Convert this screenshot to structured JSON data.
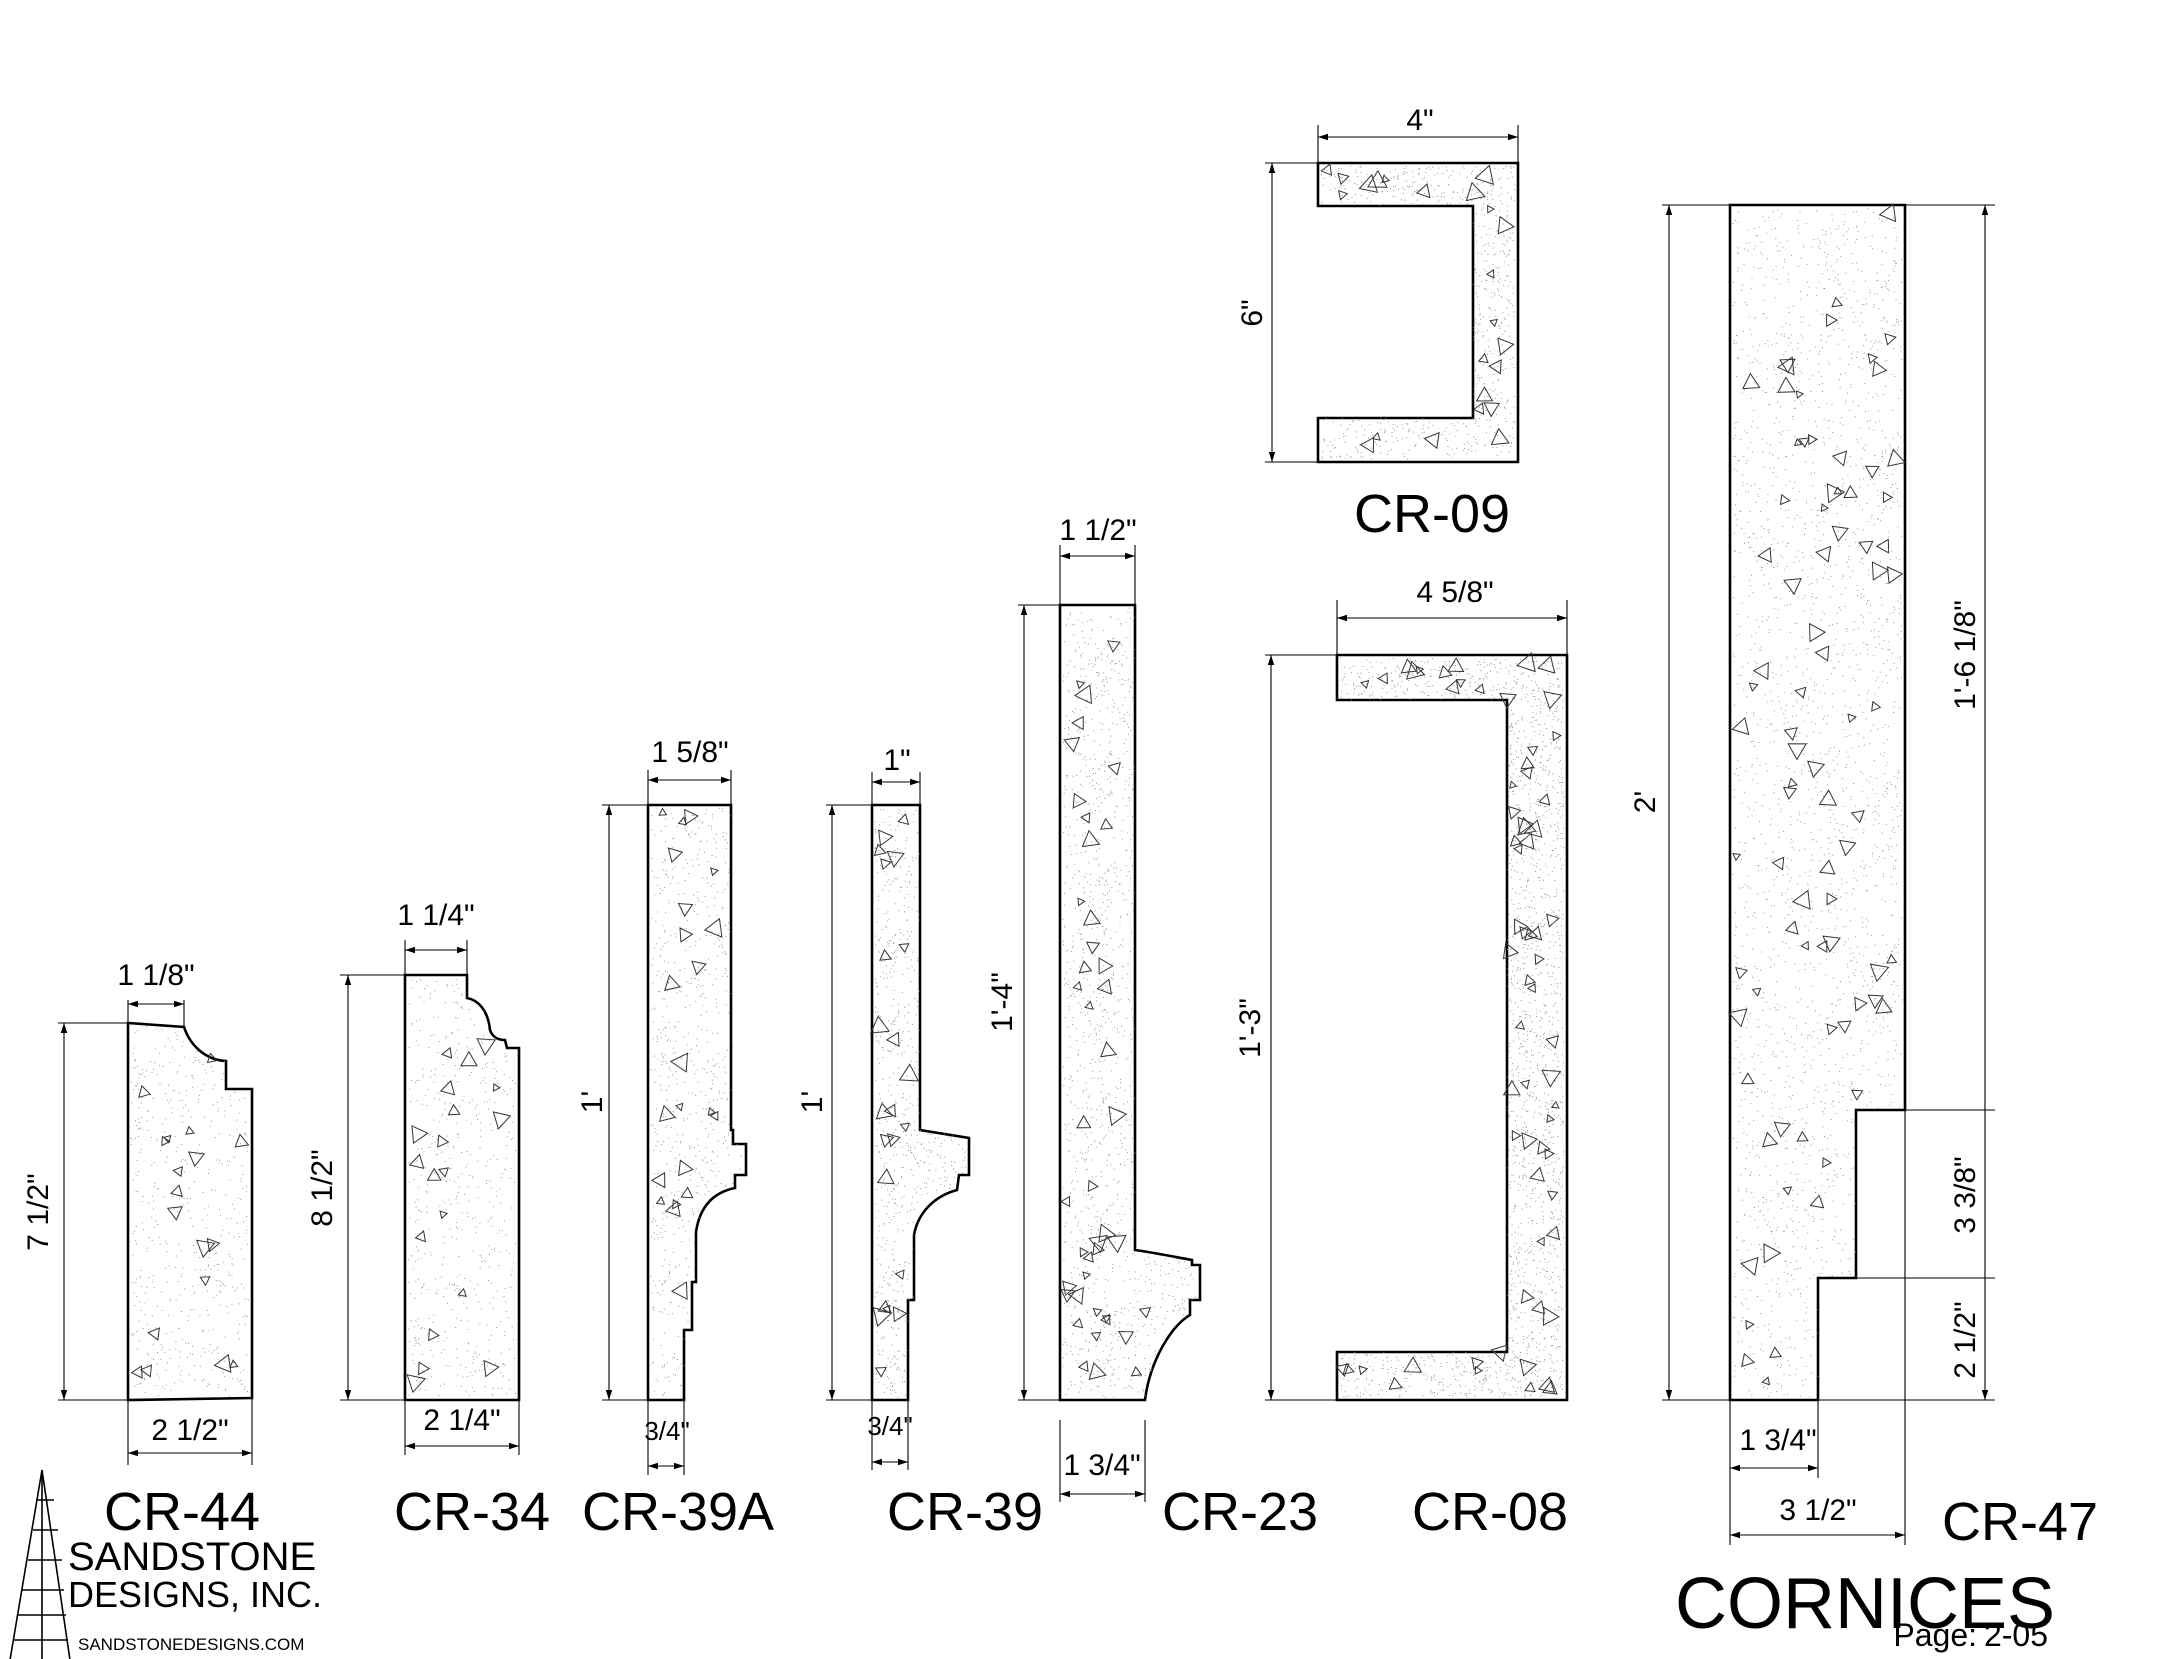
{
  "sheet": {
    "title": "CORNICES",
    "page_label": "Page:",
    "page_number": "2-05"
  },
  "company": {
    "name_line1": "SANDSTONE",
    "name_line2": "DESIGNS, INC.",
    "website": "SANDSTONEDESIGNS.COM"
  },
  "profiles": [
    {
      "id": "CR-44",
      "label": "CR-44",
      "top_width": "1 1/8\"",
      "height": "7 1/2\"",
      "bottom_width": "2 1/2\""
    },
    {
      "id": "CR-34",
      "label": "CR-34",
      "top_width": "1 1/4\"",
      "height": "8 1/2\"",
      "bottom_width": "2 1/4\""
    },
    {
      "id": "CR-39A",
      "label": "CR-39A",
      "top_width": "1 5/8\"",
      "height": "1'",
      "bottom_width": "3/4\""
    },
    {
      "id": "CR-39",
      "label": "CR-39",
      "top_width": "1\"",
      "height": "1'",
      "bottom_width": "3/4\""
    },
    {
      "id": "CR-23",
      "label": "CR-23",
      "top_width": "1 1/2\"",
      "height": "1'-4\"",
      "bottom_width": "1 3/4\""
    },
    {
      "id": "CR-09",
      "label": "CR-09",
      "top_width": "4\"",
      "height": "6\""
    },
    {
      "id": "CR-08",
      "label": "CR-08",
      "top_width": "4 5/8\"",
      "height": "1'-3\""
    },
    {
      "id": "CR-47",
      "label": "CR-47",
      "overall_height": "2'",
      "upper_height": "1'-6 1/8\"",
      "step_height": "3 3/8\"",
      "base_height": "2 1/2\"",
      "bottom_width": "1 3/4\"",
      "overall_width": "3 1/2\""
    }
  ]
}
